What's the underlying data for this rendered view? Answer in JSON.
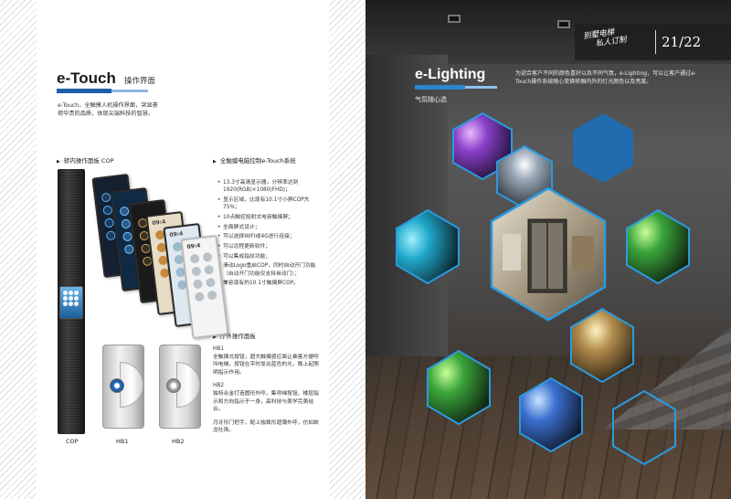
{
  "left_page": {
    "section_title": "e-Touch",
    "section_subtitle": "操作界面",
    "intro": "e-Touch，全触摸人机操作界面，突显豪荷华贵的品质，体现尖端科技的智慧。",
    "cop_label": "轿内操作面板 COP",
    "etouch_label": "全触摸电脑控制e-Touch系统",
    "features": [
      "13.3寸高清显示器，分辨率达到1920(RGB)×1080(FHD)；",
      "显示区域，比现有10.1寸小屏COP大75%；",
      "10点触控投射式电容触摸屏；",
      "全面屏式设计；",
      "可以选择WIFI或4G进行连接；",
      "可以远程更新软件；",
      "可以集成指纹功能；",
      "滑动Logo重启COP，同时自动开门功能（自动开门功能仅支持自动门）；",
      "兼容现有的10.1寸触摸屏COP。"
    ],
    "hall_label": "厅外操作面板",
    "hb1_title": "HB1",
    "hb1_text": "全触摸式按钮，超大触摸感应面让乘客方便呼叫电梯，按钮在平时发出蓝色的光，晚上起照明指示作用。",
    "hb2_title": "HB2",
    "hb2_text": "独特合金打造圆形外呼，集呼梯按钮、楼层指示和方向指示于一身，高科技与美学完美结合。",
    "hb_footer": "月牙形门把手，配上独致形超薄外呼，仿如蛟龙吐珠。",
    "screen_time": "09:4",
    "captions": {
      "cop": "COP",
      "hb1": "HB1",
      "hb2": "HB2"
    }
  },
  "right_page": {
    "slogan_line1": "别墅电梯",
    "slogan_line2": "私人订制",
    "page_number": "21/22",
    "title": "e-Lighting",
    "subtitle": "气氛随心选",
    "description": "为迎合客户不同的颜色喜好以及不同气氛，e-Lighting，可以让客户通过e-Touch操作系统随心变换轿厢内外的灯光颜色以及亮度。"
  },
  "colors": {
    "accent_blue": "#1d5fa8",
    "hex_border": "#2a9be0",
    "hex_fill": "#1c6fb8"
  },
  "icons": {
    "bullet": "triangle-right-icon"
  }
}
